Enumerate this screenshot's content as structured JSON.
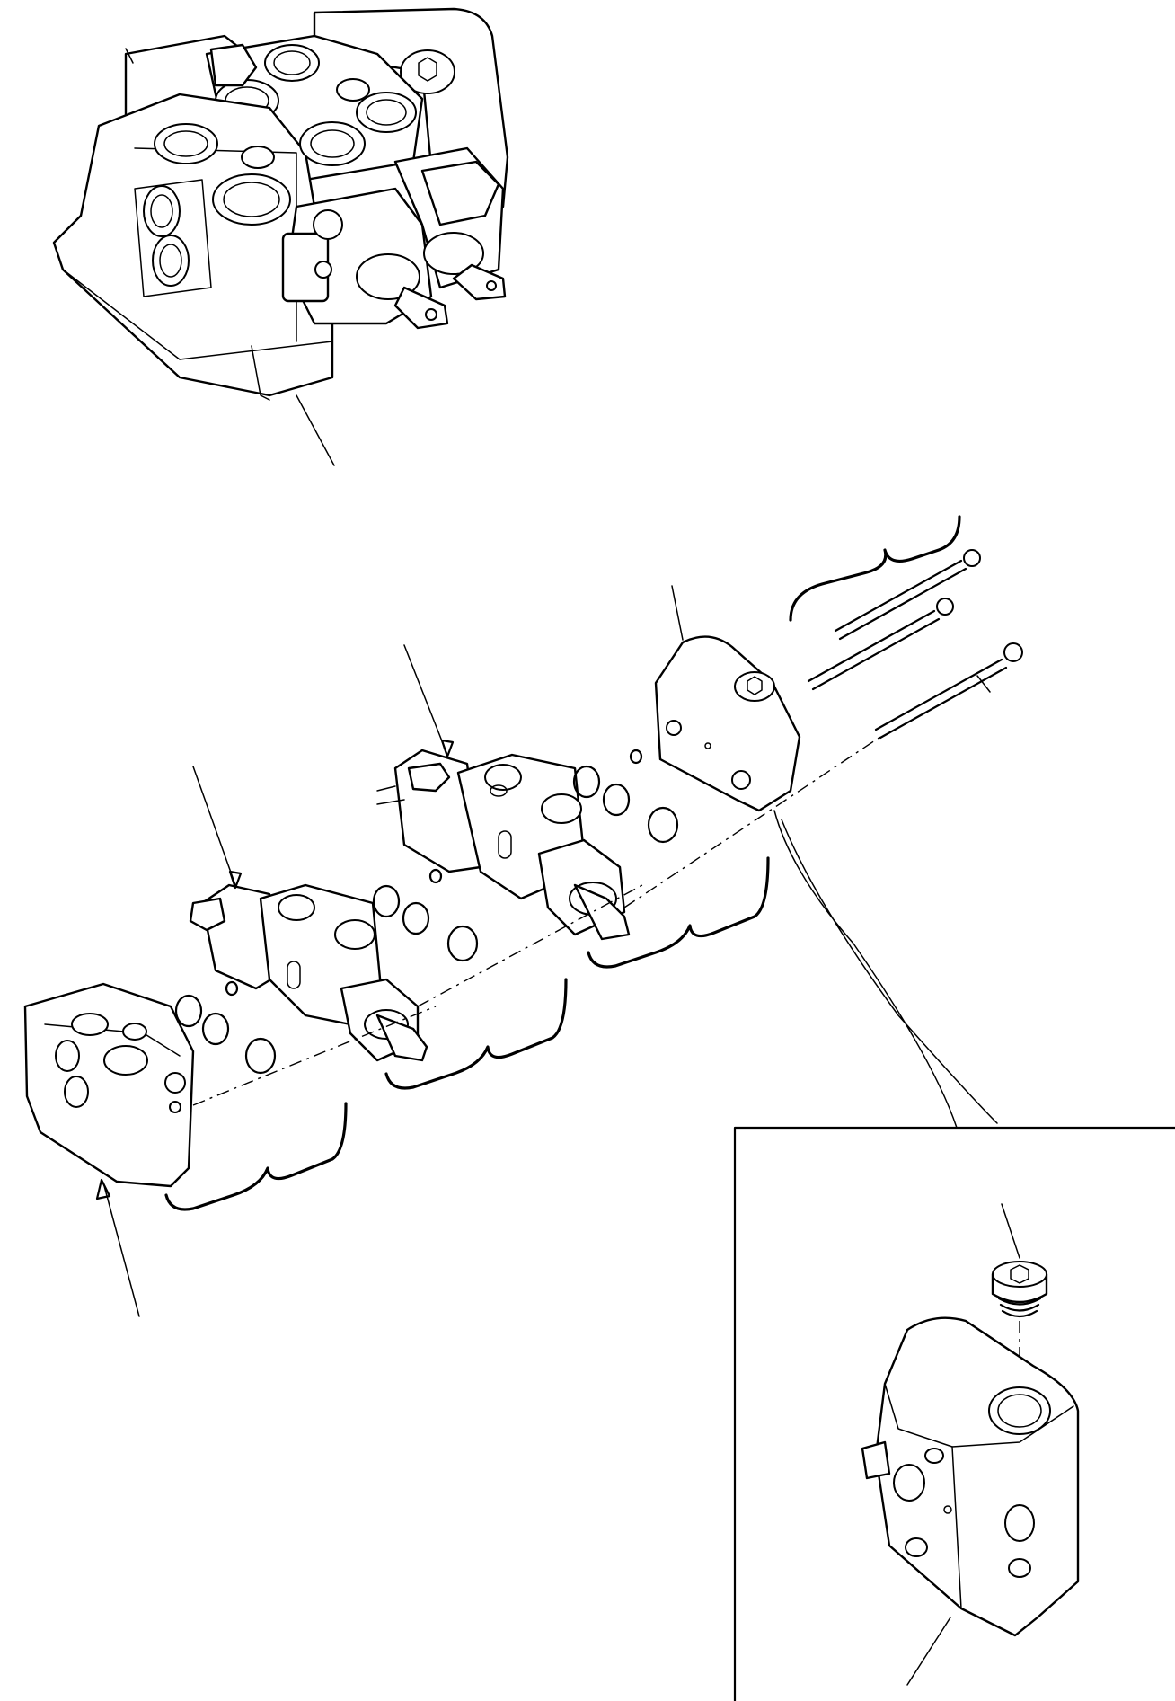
{
  "colors": {
    "ink": "#000000",
    "paper": "#ffffff"
  },
  "view": {
    "assembled_valve": "control-valve-assembly",
    "exploded_parts": [
      "end-section",
      "spool-section-1",
      "spool-section-2",
      "inlet-cover",
      "tie-bolt-kit"
    ],
    "detail_inset": [
      "plug",
      "inlet-cover-detail"
    ]
  }
}
